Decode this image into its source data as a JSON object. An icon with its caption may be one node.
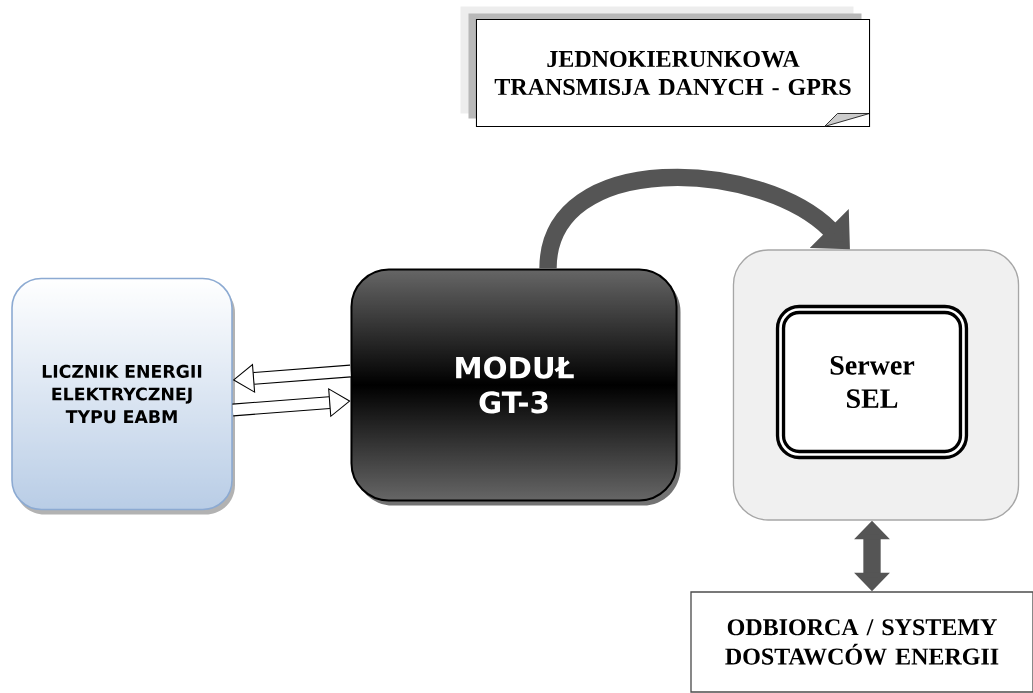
{
  "diagram": {
    "nodes": [
      {
        "text": [
          "JEDNOKIERUNKOWA TRANSMISJA DANYCH - GPRS"
        ]
      },
      {
        "text": [
          "LICZNIK ENERGII ELEKTRYCZNEJ TYPU EABM"
        ]
      },
      {
        "text": [
          "MODUŁ GT-3"
        ]
      },
      {
        "text": [],
        "shape": "box"
      },
      {
        "text": [
          "Serwer SEL"
        ],
        "in": 3
      },
      {
        "text": [
          "ODBIORCA / SYSTEMY DOSTAWCÓW ENERGII"
        ]
      }
    ],
    "edges": [
      {
        "from": 2,
        "to": 1,
        "arrow": "to"
      },
      {
        "from": 1,
        "to": 2,
        "arrow": "to"
      },
      {
        "from": 2,
        "to": 3,
        "arrow": "to",
        "color": "#555555"
      },
      {
        "from": 3,
        "to": 5,
        "arrow": "both",
        "color": "#555555"
      }
    ]
  }
}
